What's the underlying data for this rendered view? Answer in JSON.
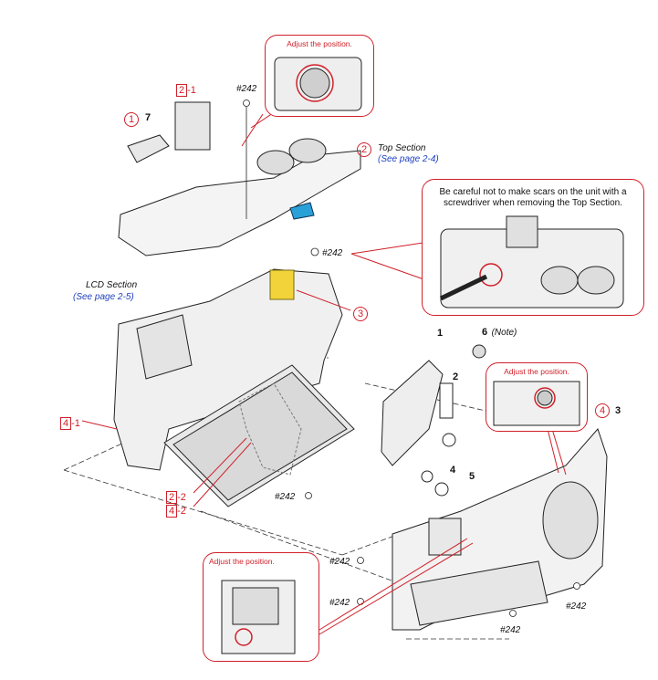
{
  "callouts": {
    "adjust_top": "Adjust the position.",
    "adjust_right": "Adjust the position.",
    "adjust_bottom": "Adjust the position.",
    "careful_note": "Be careful not to make scars on the unit with a screwdriver when removing the Top Section."
  },
  "sections": {
    "top_section": "Top Section",
    "top_section_ref": "(See page 2-4)",
    "lcd_section": "LCD Section",
    "lcd_section_ref": "(See page 2-5)"
  },
  "screw_labels": {
    "s1": "#242",
    "s2": "#242",
    "s3": "#242",
    "s4": "#242",
    "s5": "#242",
    "s6": "#242",
    "s7": "#242"
  },
  "steps": {
    "c1": "1",
    "c2": "2",
    "c3": "3",
    "c4": "4"
  },
  "boxed": {
    "b2_1_box": "2",
    "b2_1_suffix": "-1",
    "b4_1_box": "4",
    "b4_1_suffix": "-1",
    "b2_2_box": "2",
    "b2_2_suffix": "-2",
    "b4_2_box": "4",
    "b4_2_suffix": "-2"
  },
  "parts": {
    "p7": "7",
    "p1": "1",
    "p6": "6",
    "p6_note": "(Note)",
    "p2": "2",
    "p3": "3",
    "p4": "4",
    "p5": "5"
  }
}
